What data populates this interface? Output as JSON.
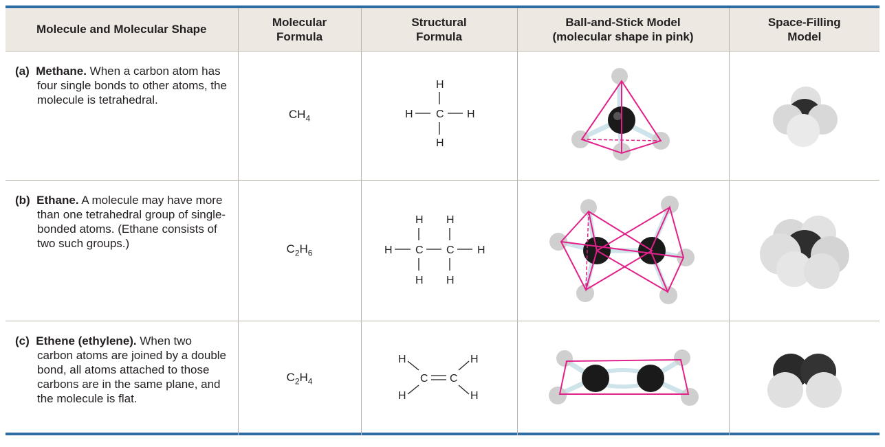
{
  "headers": {
    "shape": "Molecule and Molecular Shape",
    "mol_formula_line1": "Molecular",
    "mol_formula_line2": "Formula",
    "struct_line1": "Structural",
    "struct_line2": "Formula",
    "ball_line1": "Ball-and-Stick Model",
    "ball_line2": "(molecular shape in pink)",
    "space_line1": "Space-Filling",
    "space_line2": "Model"
  },
  "rows": [
    {
      "label": "(a)",
      "name": "Methane.",
      "description": "When a carbon atom has four single bonds to other atoms, the molecule is tetrahedral.",
      "formula": {
        "parts": [
          {
            "el": "C",
            "sub": ""
          },
          {
            "el": "H",
            "sub": "4"
          }
        ]
      }
    },
    {
      "label": "(b)",
      "name": "Ethane.",
      "description": "A molecule may have more than one tetrahedral group of single-bonded atoms. (Ethane consists of two such groups.)",
      "formula": {
        "parts": [
          {
            "el": "C",
            "sub": "2"
          },
          {
            "el": "H",
            "sub": "6"
          }
        ]
      }
    },
    {
      "label": "(c)",
      "name": "Ethene (ethylene).",
      "description": "When two carbon atoms are joined by a double bond, all atoms attached to those carbons are in the same plane, and the molecule is flat.",
      "formula": {
        "parts": [
          {
            "el": "C",
            "sub": "2"
          },
          {
            "el": "H",
            "sub": "4"
          }
        ]
      }
    }
  ],
  "atoms": {
    "hydrogen": "H",
    "carbon": "C"
  },
  "colors": {
    "accent": "#2e6da4",
    "header_bg": "#ede9e2",
    "shape_pink": "#e0218a",
    "carbon": "#1a1a1a",
    "hydrogen": "#d9d9d9"
  }
}
